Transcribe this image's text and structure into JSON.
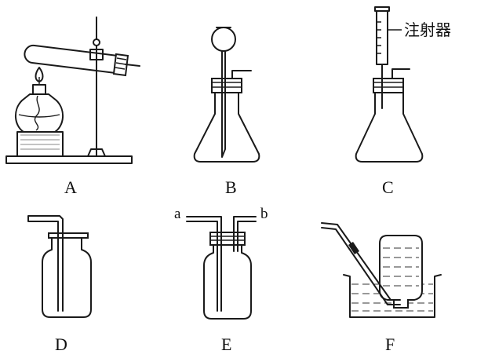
{
  "labels": {
    "A": "A",
    "B": "B",
    "C": "C",
    "D": "D",
    "E": "E",
    "F": "F"
  },
  "annotations": {
    "syringe": "注射器",
    "port_a": "a",
    "port_b": "b"
  }
}
